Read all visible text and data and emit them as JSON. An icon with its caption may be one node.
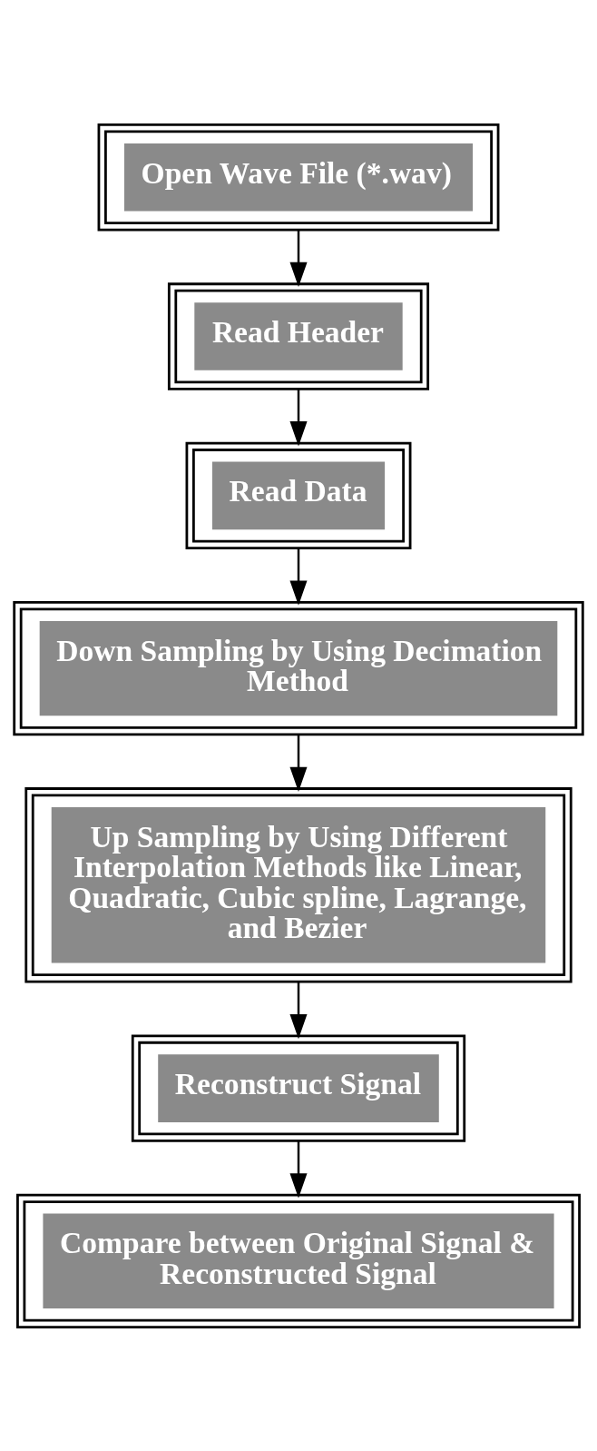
{
  "diagram": {
    "nodes": [
      {
        "text": [
          "Open Wave File (*.wav)"
        ]
      },
      {
        "text": [
          "Read Header"
        ]
      },
      {
        "text": [
          "Read Data"
        ]
      },
      {
        "text": [
          "Down Sampling by Using Decimation Method"
        ]
      },
      {
        "text": [
          "Up Sampling by Using Different Interpolation Methods like Linear, Quadratic, Cubic spline, Lagrange, and Bezier"
        ]
      },
      {
        "text": [
          "Reconstruct Signal"
        ]
      },
      {
        "text": [
          "Compare between Original Signal & Reconstructed Signal"
        ]
      }
    ],
    "edges": [
      {
        "from": 0,
        "to": 1,
        "arrow": "to"
      },
      {
        "from": 1,
        "to": 2,
        "arrow": "to"
      },
      {
        "from": 2,
        "to": 3,
        "arrow": "to"
      },
      {
        "from": 3,
        "to": 4,
        "arrow": "to"
      },
      {
        "from": 4,
        "to": 5,
        "arrow": "to"
      },
      {
        "from": 5,
        "to": 6,
        "arrow": "to"
      }
    ]
  }
}
